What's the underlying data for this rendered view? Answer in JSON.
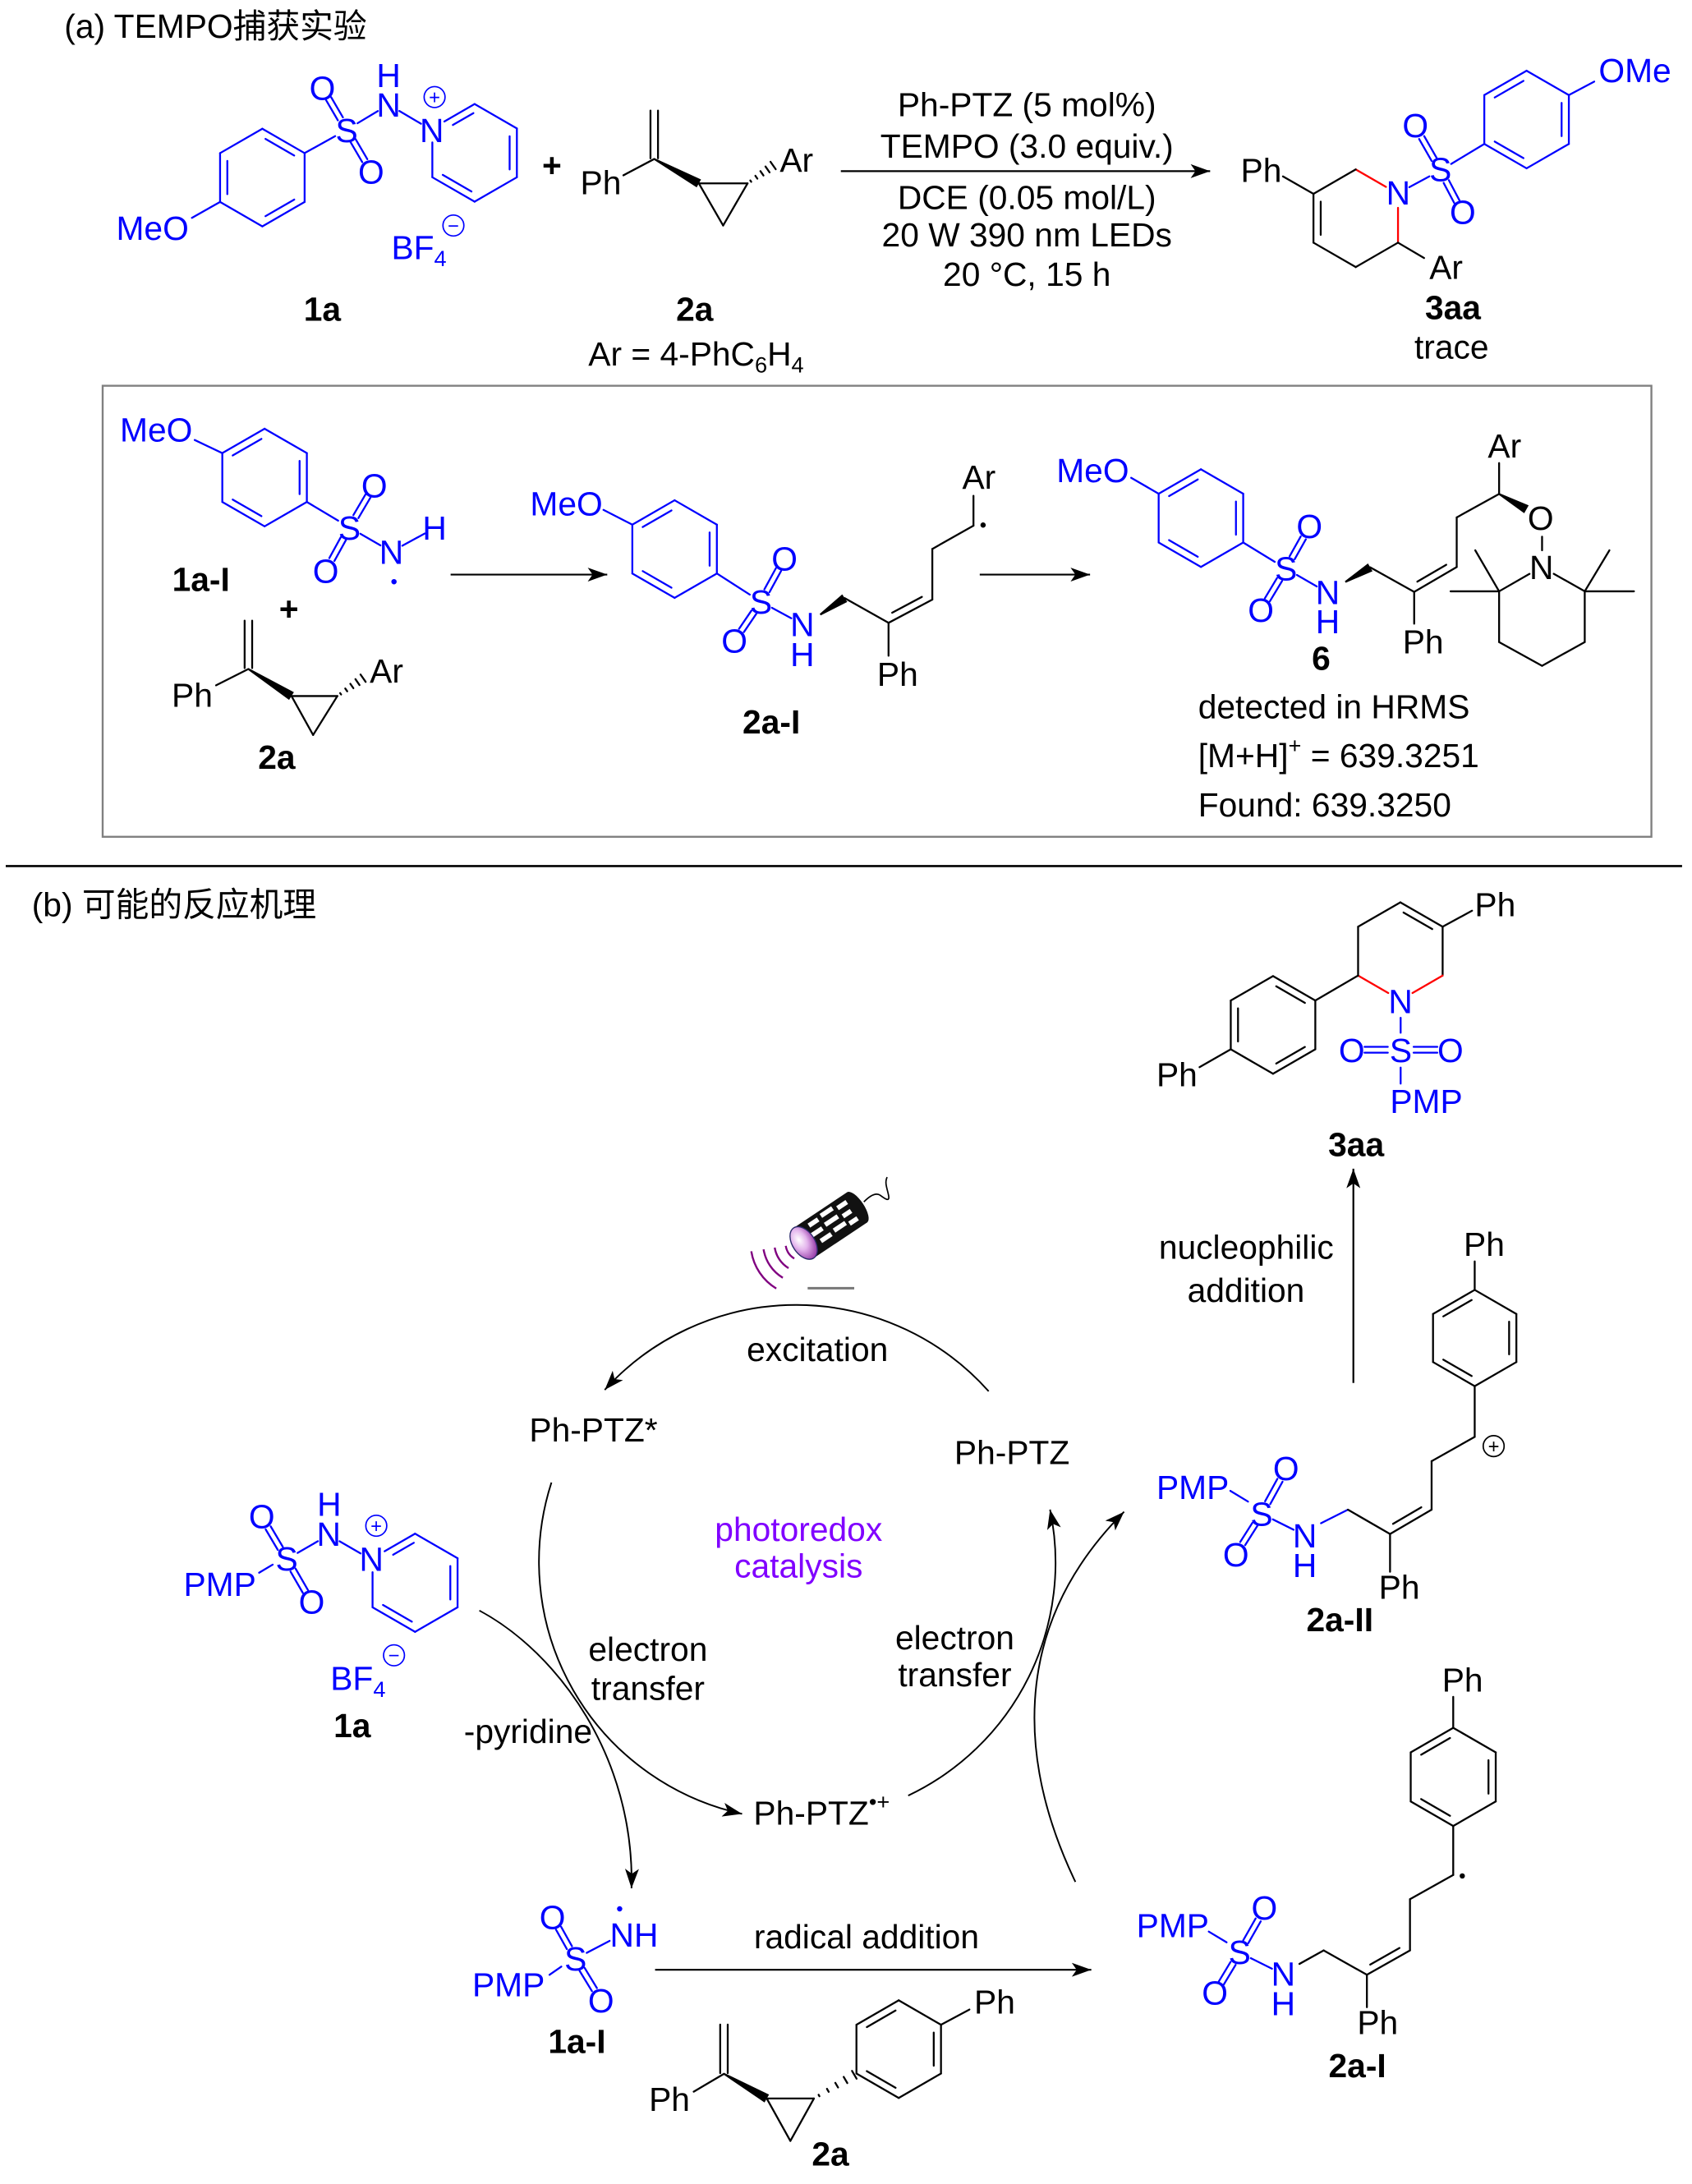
{
  "colors": {
    "heteroatom_blue": "#0000FF",
    "new_bond_red": "#FF0000",
    "photoredox_text_purple": "#8000FF",
    "lamp_purple": "#800080",
    "box_border_gray": "#808080",
    "ink_black": "#000000"
  },
  "part_a": {
    "title": "(a) TEMPO捕获实验",
    "cmpd_1a": {
      "MeO": "MeO",
      "S": "S",
      "O_top": "O",
      "O_bottom": "O",
      "N": "N",
      "N_H": "H",
      "N_pyridinium": "N",
      "charge_pos": "+",
      "counterion": "BF",
      "counterion_sub": "4",
      "charge_neg": "−",
      "label": "1a"
    },
    "plus": "+",
    "cmpd_2a": {
      "Ph": "Ph",
      "Ar": "Ar",
      "label": "2a",
      "ar_definition": {
        "text": "Ar = 4-PhC",
        "sub_1": "6",
        "mid": "H",
        "sub_2": "4"
      }
    },
    "conditions": {
      "above_arrow": [
        "Ph-PTZ (5 mol%)",
        "TEMPO (3.0 equiv.)"
      ],
      "below_arrow": [
        "DCE (0.05 mol/L)",
        "20 W 390 nm LEDs",
        "20 °C, 15 h"
      ]
    },
    "cmpd_3aa": {
      "Ph": "Ph",
      "N": "N",
      "S": "S",
      "O_top": "O",
      "O_bottom": "O",
      "OMe": "OMe",
      "Ar": "Ar",
      "label": "3aa",
      "result": "trace"
    },
    "mechanism_box": {
      "cmpd_1a_I": {
        "MeO": "MeO",
        "S": "S",
        "O_top": "O",
        "O_bottom": "O",
        "N": "N",
        "H": "H",
        "label": "1a-I"
      },
      "plus": "+",
      "cmpd_2a": {
        "Ph": "Ph",
        "Ar": "Ar",
        "label": "2a"
      },
      "cmpd_2a_I": {
        "MeO": "MeO",
        "S": "S",
        "O_top": "O",
        "O_bottom": "O",
        "N": "N",
        "H": "H",
        "Ar": "Ar",
        "Ph": "Ph",
        "label": "2a-I"
      },
      "cmpd_6": {
        "MeO": "MeO",
        "S": "S",
        "O_top": "O",
        "O_bottom": "O",
        "N": "N",
        "H": "H",
        "Ph": "Ph",
        "Ar": "Ar",
        "O_tempo": "O",
        "N_tempo": "N",
        "label": "6"
      },
      "hrms": {
        "note": "detected in HRMS",
        "calc_ion": "[M+H]",
        "calc_ion_sup": "+",
        "calc_value": " = 639.3251",
        "found": "Found: 639.3250"
      }
    }
  },
  "part_b": {
    "title": "(b) 可能的反应机理",
    "catalytic_cycle": {
      "center_label": [
        "photoredox",
        "catalysis"
      ],
      "excitation": "excitation",
      "ground_state": "Ph-PTZ",
      "excited_state": "Ph-PTZ*",
      "radical_cation": "Ph-PTZ",
      "radical_cation_sup": "•+",
      "electron_transfer_left": [
        "electron",
        "transfer"
      ],
      "electron_transfer_right": [
        "electron",
        "transfer"
      ]
    },
    "steps": {
      "loss_of_pyridine": "-pyridine",
      "radical_addition": "radical addition",
      "nucleophilic_addition": [
        "nucleophilic",
        "addition"
      ]
    },
    "cmpd_1a": {
      "PMP": "PMP",
      "S": "S",
      "O_top": "O",
      "O_bottom": "O",
      "N": "N",
      "N_H": "H",
      "N_pyridinium": "N",
      "charge_pos": "+",
      "counterion": "BF",
      "counterion_sub": "4",
      "charge_neg": "−",
      "label": "1a"
    },
    "cmpd_1a_I": {
      "PMP": "PMP",
      "S": "S",
      "O_top": "O",
      "O_bottom": "O",
      "NH": "NH",
      "label": "1a-I"
    },
    "cmpd_2a": {
      "Ph_vinyl": "Ph",
      "Ph_biaryl": "Ph",
      "label": "2a"
    },
    "cmpd_2a_I": {
      "PMP": "PMP",
      "S": "S",
      "O_top": "O",
      "O_bottom": "O",
      "N": "N",
      "H": "H",
      "Ph_alkene": "Ph",
      "Ph_biaryl": "Ph",
      "label": "2a-I"
    },
    "cmpd_2a_II": {
      "PMP": "PMP",
      "S": "S",
      "O_top": "O",
      "O_bottom": "O",
      "N": "N",
      "H": "H",
      "Ph_alkene": "Ph",
      "Ph_biaryl": "Ph",
      "charge_pos": "+",
      "label": "2a-II"
    },
    "cmpd_3aa": {
      "N": "N",
      "O_left": "O",
      "S": "S",
      "O_right": "O",
      "PMP": "PMP",
      "Ph_ring": "Ph",
      "Ph_biaryl": "Ph",
      "label": "3aa"
    }
  }
}
